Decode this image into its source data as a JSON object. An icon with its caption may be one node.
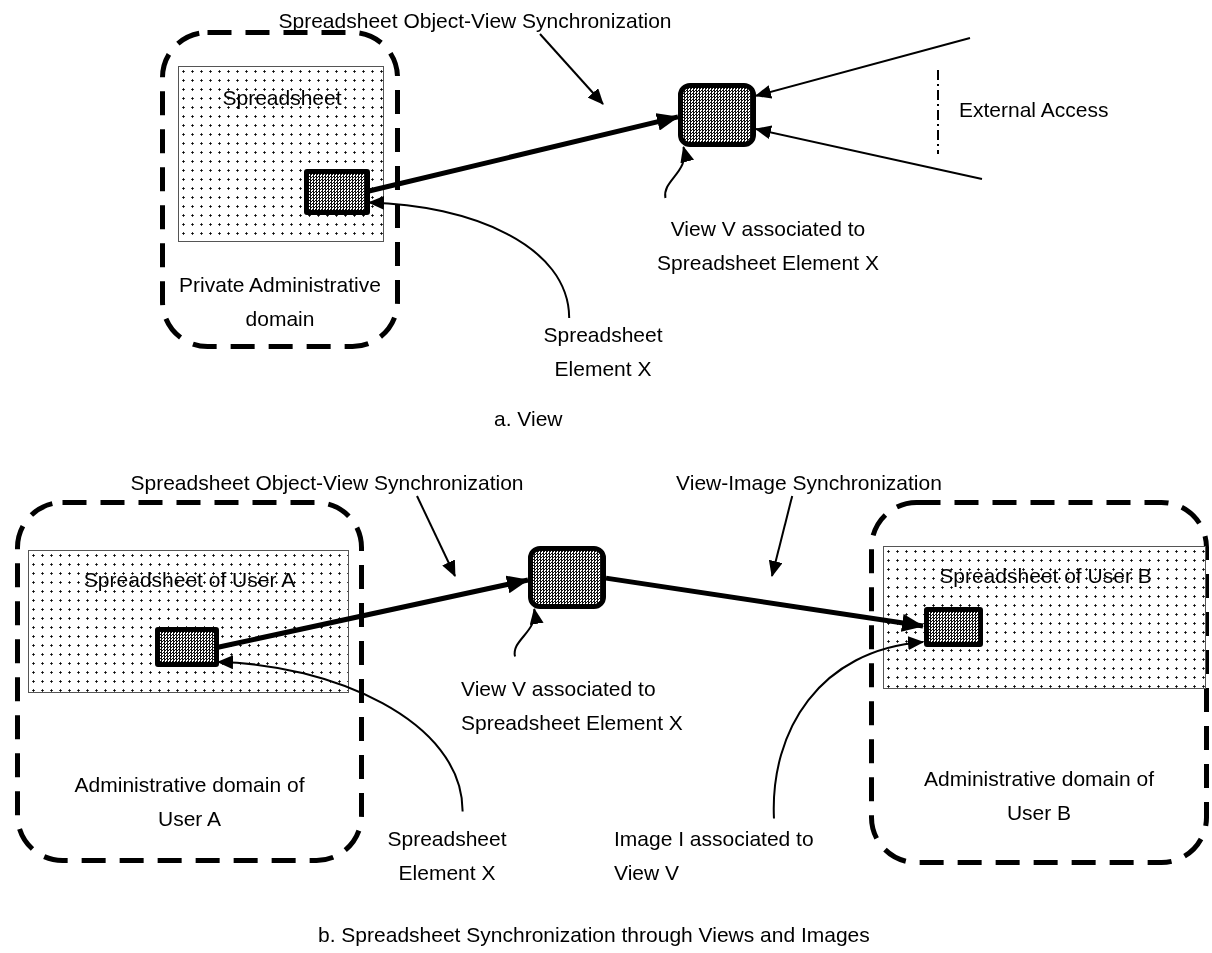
{
  "diagram": {
    "nodes": [
      {
        "text": [
          "Private Administrative domain"
        ]
      },
      {
        "text": [
          "Spreadsheet"
        ],
        "in": 0
      },
      {
        "text": [],
        "shape": "box",
        "in": 1
      },
      {
        "text": [],
        "shape": "box"
      },
      {
        "text": [
          "Spreadsheet Object-View Synchronization"
        ]
      },
      {
        "text": [
          "Spreadsheet Element X"
        ]
      },
      {
        "text": [
          "View V associated to Spreadsheet Element X"
        ]
      },
      {
        "text": [
          "Administrative domain of User A"
        ]
      },
      {
        "text": [
          "Spreadsheet of User A"
        ],
        "in": 7
      },
      {
        "text": [],
        "shape": "box",
        "in": 8
      },
      {
        "text": [],
        "shape": "box"
      },
      {
        "text": [
          "Administrative domain of User B"
        ]
      },
      {
        "text": [
          "Spreadsheet of User B"
        ],
        "in": 11
      },
      {
        "text": [],
        "shape": "box",
        "in": 12
      },
      {
        "text": [
          "Spreadsheet Object-View Synchronization"
        ]
      },
      {
        "text": [
          "View-Image Synchronization"
        ]
      },
      {
        "text": [
          "View V associated to Spreadsheet Element X"
        ]
      },
      {
        "text": [
          "Spreadsheet Element X"
        ]
      },
      {
        "text": [
          "Image I associated to View V"
        ]
      }
    ],
    "edges": [
      {
        "from": 2,
        "to": 3,
        "arrow": "to",
        "style": "thick"
      },
      {
        "from": 4,
        "to": null,
        "arrow": "to"
      },
      {
        "from": 5,
        "to": 2,
        "arrow": "to"
      },
      {
        "from": 6,
        "to": 3,
        "arrow": "to"
      },
      {
        "from": null,
        "to": 3,
        "arrow": "to"
      },
      {
        "from": null,
        "to": 3,
        "arrow": "to"
      },
      {
        "from": 9,
        "to": 10,
        "arrow": "to",
        "style": "thick"
      },
      {
        "from": 10,
        "to": 13,
        "arrow": "to",
        "style": "thick"
      },
      {
        "from": 14,
        "to": null,
        "arrow": "to"
      },
      {
        "from": 15,
        "to": null,
        "arrow": "to"
      },
      {
        "from": 16,
        "to": 10,
        "arrow": "to"
      },
      {
        "from": 17,
        "to": 9,
        "arrow": "to"
      },
      {
        "from": 18,
        "to": 13,
        "arrow": "to"
      }
    ],
    "labels": [
      "External Access",
      "a. View",
      "b. Spreadsheet Synchronization through Views and Images"
    ]
  }
}
